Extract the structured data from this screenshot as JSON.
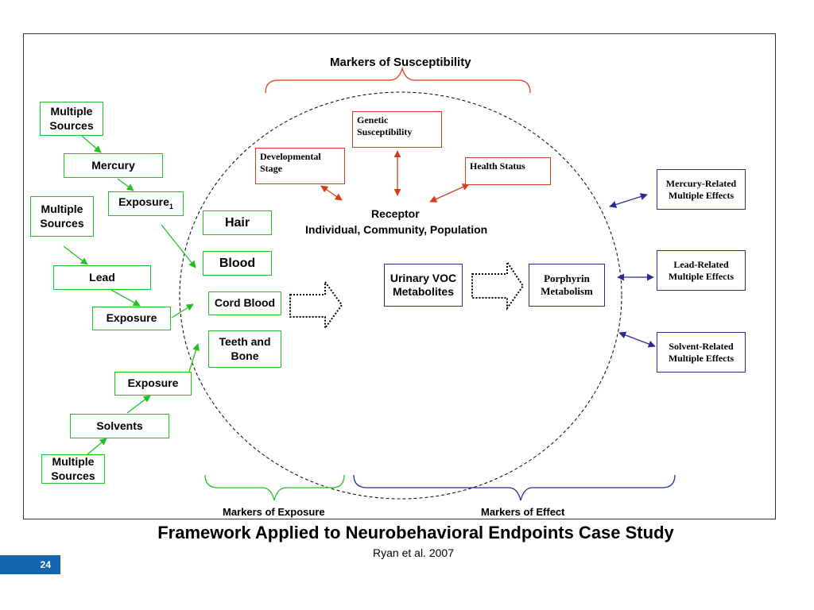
{
  "diagram": {
    "header_label": "Markers of Susceptibility",
    "footer_labels": {
      "exposure": "Markers of Exposure",
      "effect": "Markers of Effect"
    },
    "sources": {
      "mercury_sources": "Multiple Sources",
      "mercury": "Mercury",
      "mercury_exposure": "Exposure",
      "mercury_exposure_subscript": "1",
      "lead_sources": "Multiple Sources",
      "lead": "Lead",
      "lead_exposure": "Exposure",
      "solvent_exposure": "Exposure",
      "solvents": "Solvents",
      "solvent_sources": "Multiple Sources"
    },
    "biomarkers": {
      "hair": "Hair",
      "blood": "Blood",
      "cord_blood": "Cord Blood",
      "teeth_bone": "Teeth and Bone"
    },
    "susceptibility": {
      "developmental_stage": "Developmental Stage",
      "genetic": "Genetic Susceptibility",
      "health_status": "Health Status"
    },
    "receptor": {
      "title": "Receptor",
      "subtitle": "Individual, Community, Population"
    },
    "effect_markers": {
      "urinary_voc": "Urinary VOC Metabolites",
      "porphyrin": "Porphyrin Metabolism"
    },
    "effects": {
      "mercury": "Mercury-Related Multiple Effects",
      "lead": "Lead-Related Multiple Effects",
      "solvent": "Solvent-Related Multiple Effects"
    },
    "colors": {
      "exposure": "#22c022",
      "susceptibility": "#d2401a",
      "effect": "#2c2c90"
    }
  },
  "slide": {
    "title": "Framework Applied to Neurobehavioral Endpoints Case Study",
    "citation": "Ryan et al. 2007",
    "page_number": "24"
  }
}
